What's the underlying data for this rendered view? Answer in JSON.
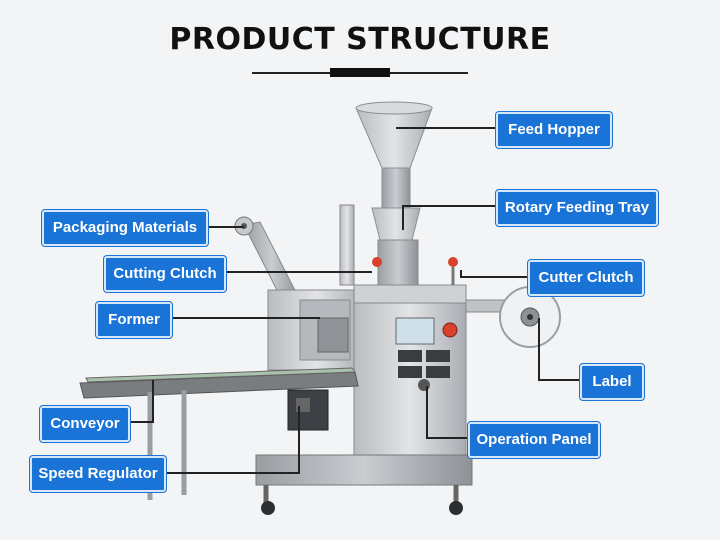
{
  "title": "PRODUCT STRUCTURE",
  "labels": {
    "feed_hopper": "Feed Hopper",
    "rotary_feeding_tray": "Rotary Feeding Tray",
    "packaging_materials": "Packaging Materials",
    "cutting_clutch": "Cutting Clutch",
    "cutter_clutch": "Cutter Clutch",
    "former": "Former",
    "label": "Label",
    "conveyor": "Conveyor",
    "operation_panel": "Operation Panel",
    "speed_regulator": "Speed Regulator"
  },
  "colors": {
    "label_bg": "#1a73d6",
    "background": "#f3f4f6"
  }
}
